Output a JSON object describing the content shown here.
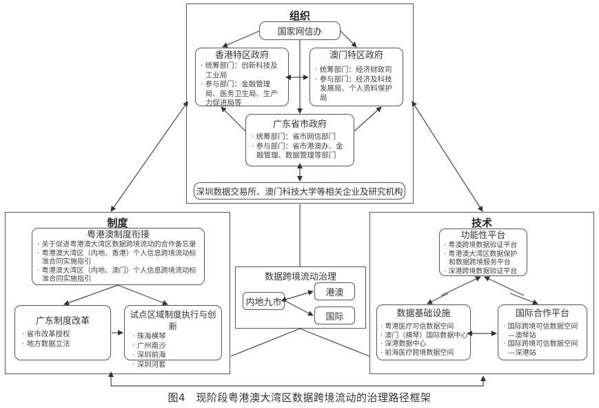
{
  "organization": {
    "title": "组织",
    "cac": "国家网信办",
    "hk": {
      "title": "香港特区政府",
      "items": [
        "统筹部门：创新科技及工业局",
        "参与部门：金融管理局、医务卫生局、生产力促进局等"
      ]
    },
    "macau": {
      "title": "澳门特区政府",
      "items": [
        "统筹部门：经济财政司",
        "参与部门：经济及科技发展局、个人资料保护局"
      ]
    },
    "gd": {
      "title": "广东省市政府",
      "items": [
        "统筹部门：省市网信部门",
        "参与部门：省市港澳办、金融管理、数据管理等部门"
      ]
    },
    "institutions": "深圳数据交易所、澳门科技大学等相关企业及研究机构"
  },
  "system": {
    "title": "制度",
    "linkage": {
      "title": "粤港澳制度衔接",
      "items": [
        "关于促进粤港澳大湾区数据跨境流动的合作备忘录",
        "粤港澳大湾区（内地、香港）个人信息跨境流动标准合同实施指引",
        "粤港澳大湾区（内地、澳门）个人信息跨境流动标准合同实施指引"
      ]
    },
    "reform": {
      "title": "广东制度改革",
      "items": [
        "省市改革授权",
        "地方数据立法"
      ]
    },
    "pilot": {
      "title": "试点区域制度执行与创新",
      "items": [
        "珠海横琴",
        "广州南沙",
        "深圳前海",
        "深圳河套"
      ]
    }
  },
  "governance": {
    "title": "数据跨境流动治理",
    "mainland": "内地九市",
    "hkmo": "港澳",
    "intl": "国际"
  },
  "technology": {
    "title": "技术",
    "functional": {
      "title": "功能性平台",
      "items": [
        "粤澳跨境数据验证平台",
        "粤港澳大湾区数据保护和数据跨境服务平台",
        "深港跨境数据验证平台"
      ]
    },
    "infra": {
      "title": "数据基础设施",
      "items": [
        "粤港医疗可信数据空间",
        "澳门（横琴）国际数据中心",
        "深港数据中心",
        "前海医疗跨境数据空间"
      ]
    },
    "intl_platform": {
      "title": "国际合作平台",
      "items": [
        "国际跨境可信数据空间—澳琴站",
        "国际跨境可信数据空间—深港站"
      ]
    }
  },
  "caption": "图4　现阶段粤港澳大湾区数据跨境流动的治理路径框架"
}
